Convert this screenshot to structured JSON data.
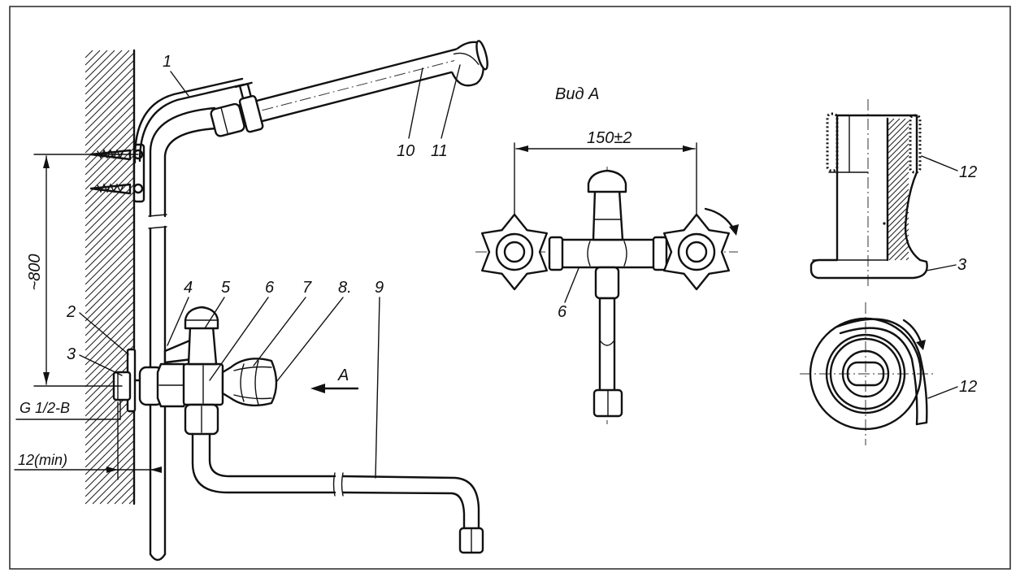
{
  "main_view": {
    "labels": {
      "p1": "1",
      "p2": "2",
      "p3": "3",
      "p4": "4",
      "p5": "5",
      "p6": "6",
      "p7": "7",
      "p8": "8.",
      "p9": "9",
      "p10": "10",
      "p11": "11"
    },
    "dim_height": "~800",
    "thread": "G 1/2-B",
    "dim_min": "12(min)",
    "view_arrow_label": "A"
  },
  "view_a": {
    "title": "Вид А",
    "dim_width": "150±2",
    "label_6": "6"
  },
  "detail": {
    "label_12_top": "12",
    "label_3": "3",
    "label_12_bottom": "12"
  }
}
